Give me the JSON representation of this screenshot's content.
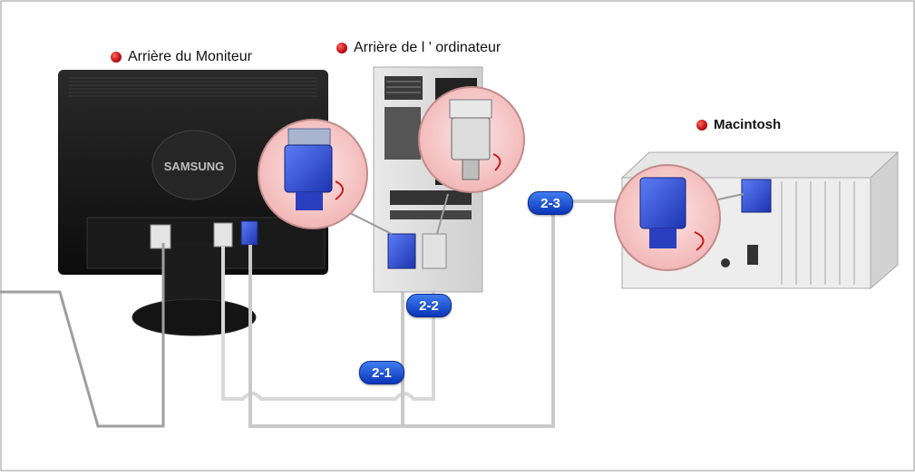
{
  "labels": {
    "monitor_back": "Arrière du Moniteur",
    "computer_back": "Arrière de l ' ordinateur",
    "macintosh": "Macintosh"
  },
  "monitor_brand": "SAMSUNG",
  "badges": {
    "b21": "2-1",
    "b22": "2-2",
    "b23": "2-3"
  },
  "colors": {
    "bullet": "#c3121a",
    "badge": "#1e55d6",
    "vga_connector": "#2e4fd0",
    "dvi_connector": "#d8d8d8",
    "cable": "#c8c8c8",
    "magnifier_bg": "#f6c7c7"
  }
}
